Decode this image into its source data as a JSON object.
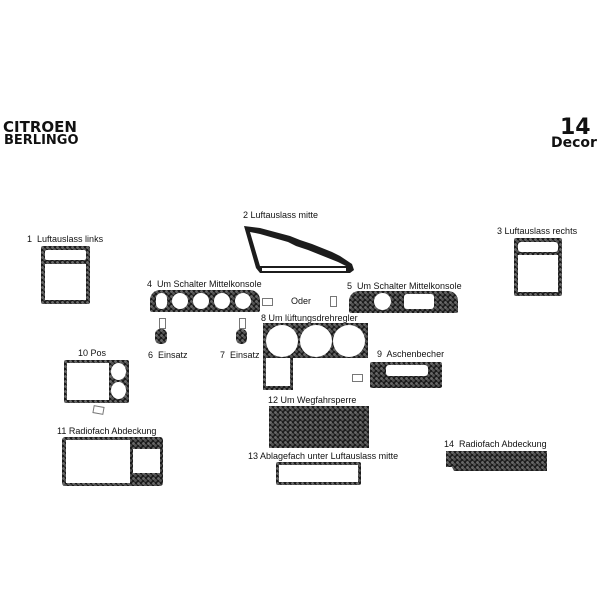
{
  "header": {
    "make": "CITROEN",
    "model": "BERLINGO",
    "piece_count": "14",
    "kit_type": "Decor"
  },
  "parts": [
    {
      "num": "1",
      "name": "Luftauslass links"
    },
    {
      "num": "2",
      "name": "Luftauslass mitte"
    },
    {
      "num": "3",
      "name": "Luftauslass rechts"
    },
    {
      "num": "4",
      "name": "Um Schalter Mittelkonsole"
    },
    {
      "num": "5",
      "name": "Um Schalter Mittelkonsole"
    },
    {
      "num": "6",
      "name": "Einsatz"
    },
    {
      "num": "7",
      "name": "Einsatz"
    },
    {
      "num": "8",
      "name": "Um lüftungsdrehregler"
    },
    {
      "num": "9",
      "name": "Aschenbecher"
    },
    {
      "num": "10",
      "name": "Pos"
    },
    {
      "num": "11",
      "name": "Radiofach Abdeckung"
    },
    {
      "num": "12",
      "name": "Um Wegfahrsperre"
    },
    {
      "num": "13",
      "name": "Ablagefach unter Luftauslass mitte"
    },
    {
      "num": "14",
      "name": "Radiofach Abdeckung"
    }
  ],
  "alternative_label": "Oder",
  "colors": {
    "carbon": "#1c1c1c",
    "carbon_weave": "#6a6a6a",
    "background": "#ffffff"
  }
}
